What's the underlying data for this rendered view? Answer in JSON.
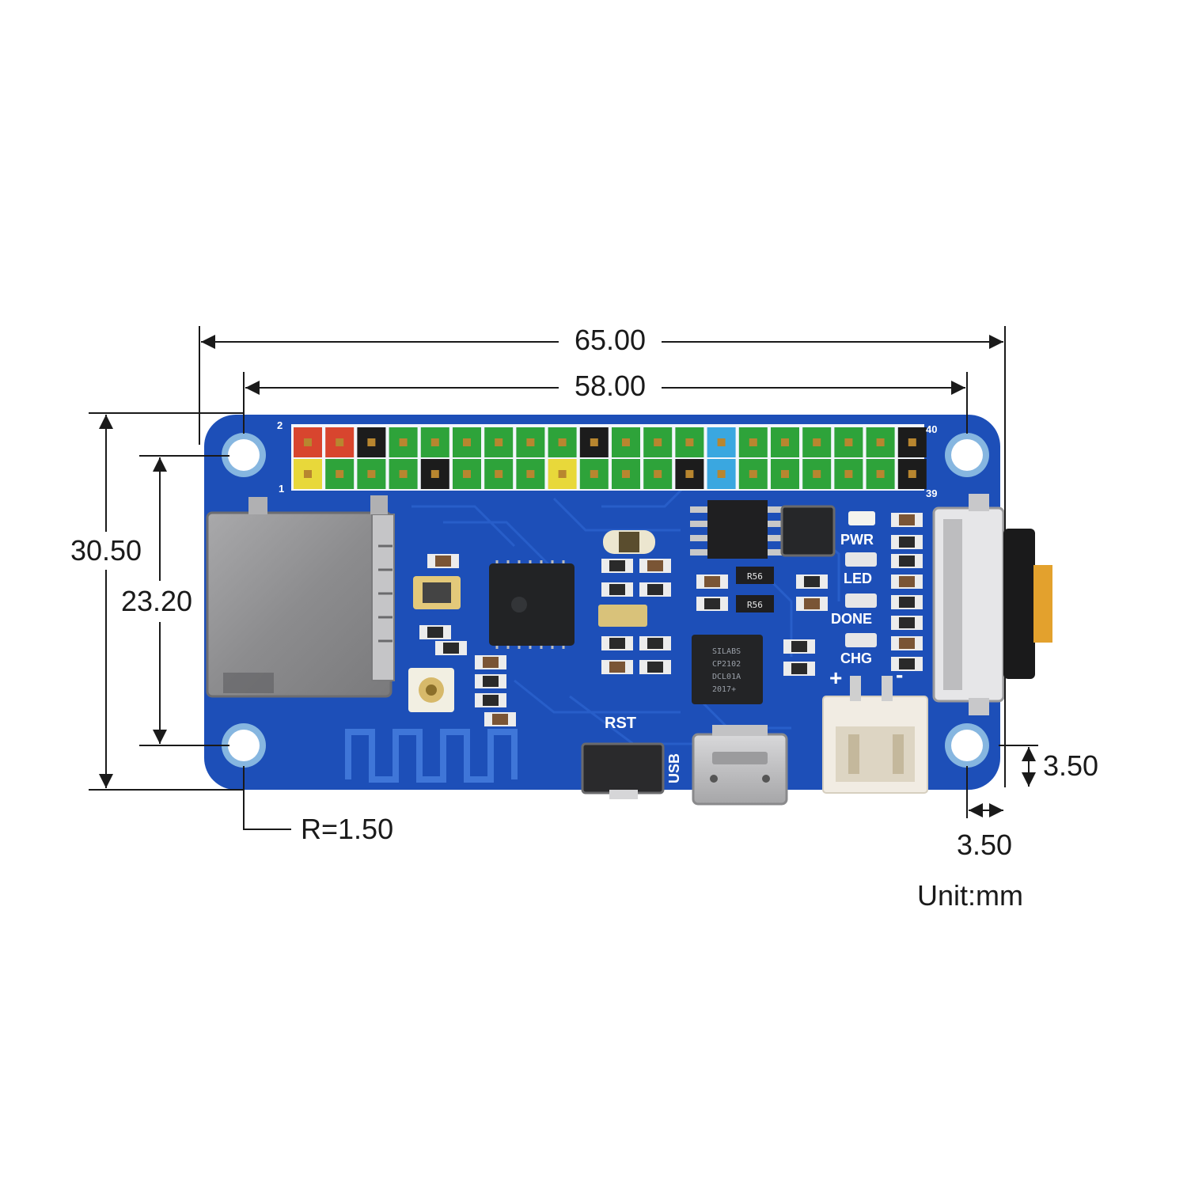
{
  "dimensions": {
    "overall_width": "65.00",
    "hole_spacing_x": "58.00",
    "overall_height": "30.50",
    "hole_spacing_y": "23.20",
    "corner_radius": "R=1.50",
    "hole_offset_y": "3.50",
    "hole_offset_x": "3.50",
    "unit": "Unit:mm"
  },
  "header": {
    "pin_top_left": "2",
    "pin_bottom_left": "1",
    "pin_top_right": "40",
    "pin_bottom_right": "39",
    "pin_colors": [
      "red",
      "red",
      "black",
      "green",
      "green",
      "green",
      "green",
      "green",
      "green",
      "black",
      "green",
      "green",
      "green",
      "blue",
      "green",
      "green",
      "green",
      "green",
      "green",
      "black"
    ],
    "pin_colors_bottom": [
      "yellow",
      "green",
      "green",
      "green",
      "black",
      "green",
      "green",
      "green",
      "yellow",
      "green",
      "green",
      "green",
      "black",
      "blue",
      "green",
      "green",
      "green",
      "green",
      "green",
      "black"
    ]
  },
  "labels": {
    "rst": "RST",
    "usb": "USB",
    "pwr": "PWR",
    "led": "LED",
    "done": "DONE",
    "chg": "CHG",
    "plus": "+",
    "minus": "-",
    "r56": "R56",
    "chip_line1": "SILABS",
    "chip_line2": "CP2102",
    "chip_line3": "DCL01A",
    "chip_line4": "2017+"
  },
  "colors": {
    "pcb": "#1d4fb8",
    "pin_red": "#d8452e",
    "pin_green": "#2ea33a",
    "pin_black": "#1c1c1c",
    "pin_blue": "#3aa7e0",
    "pin_yellow": "#e8d83a"
  }
}
